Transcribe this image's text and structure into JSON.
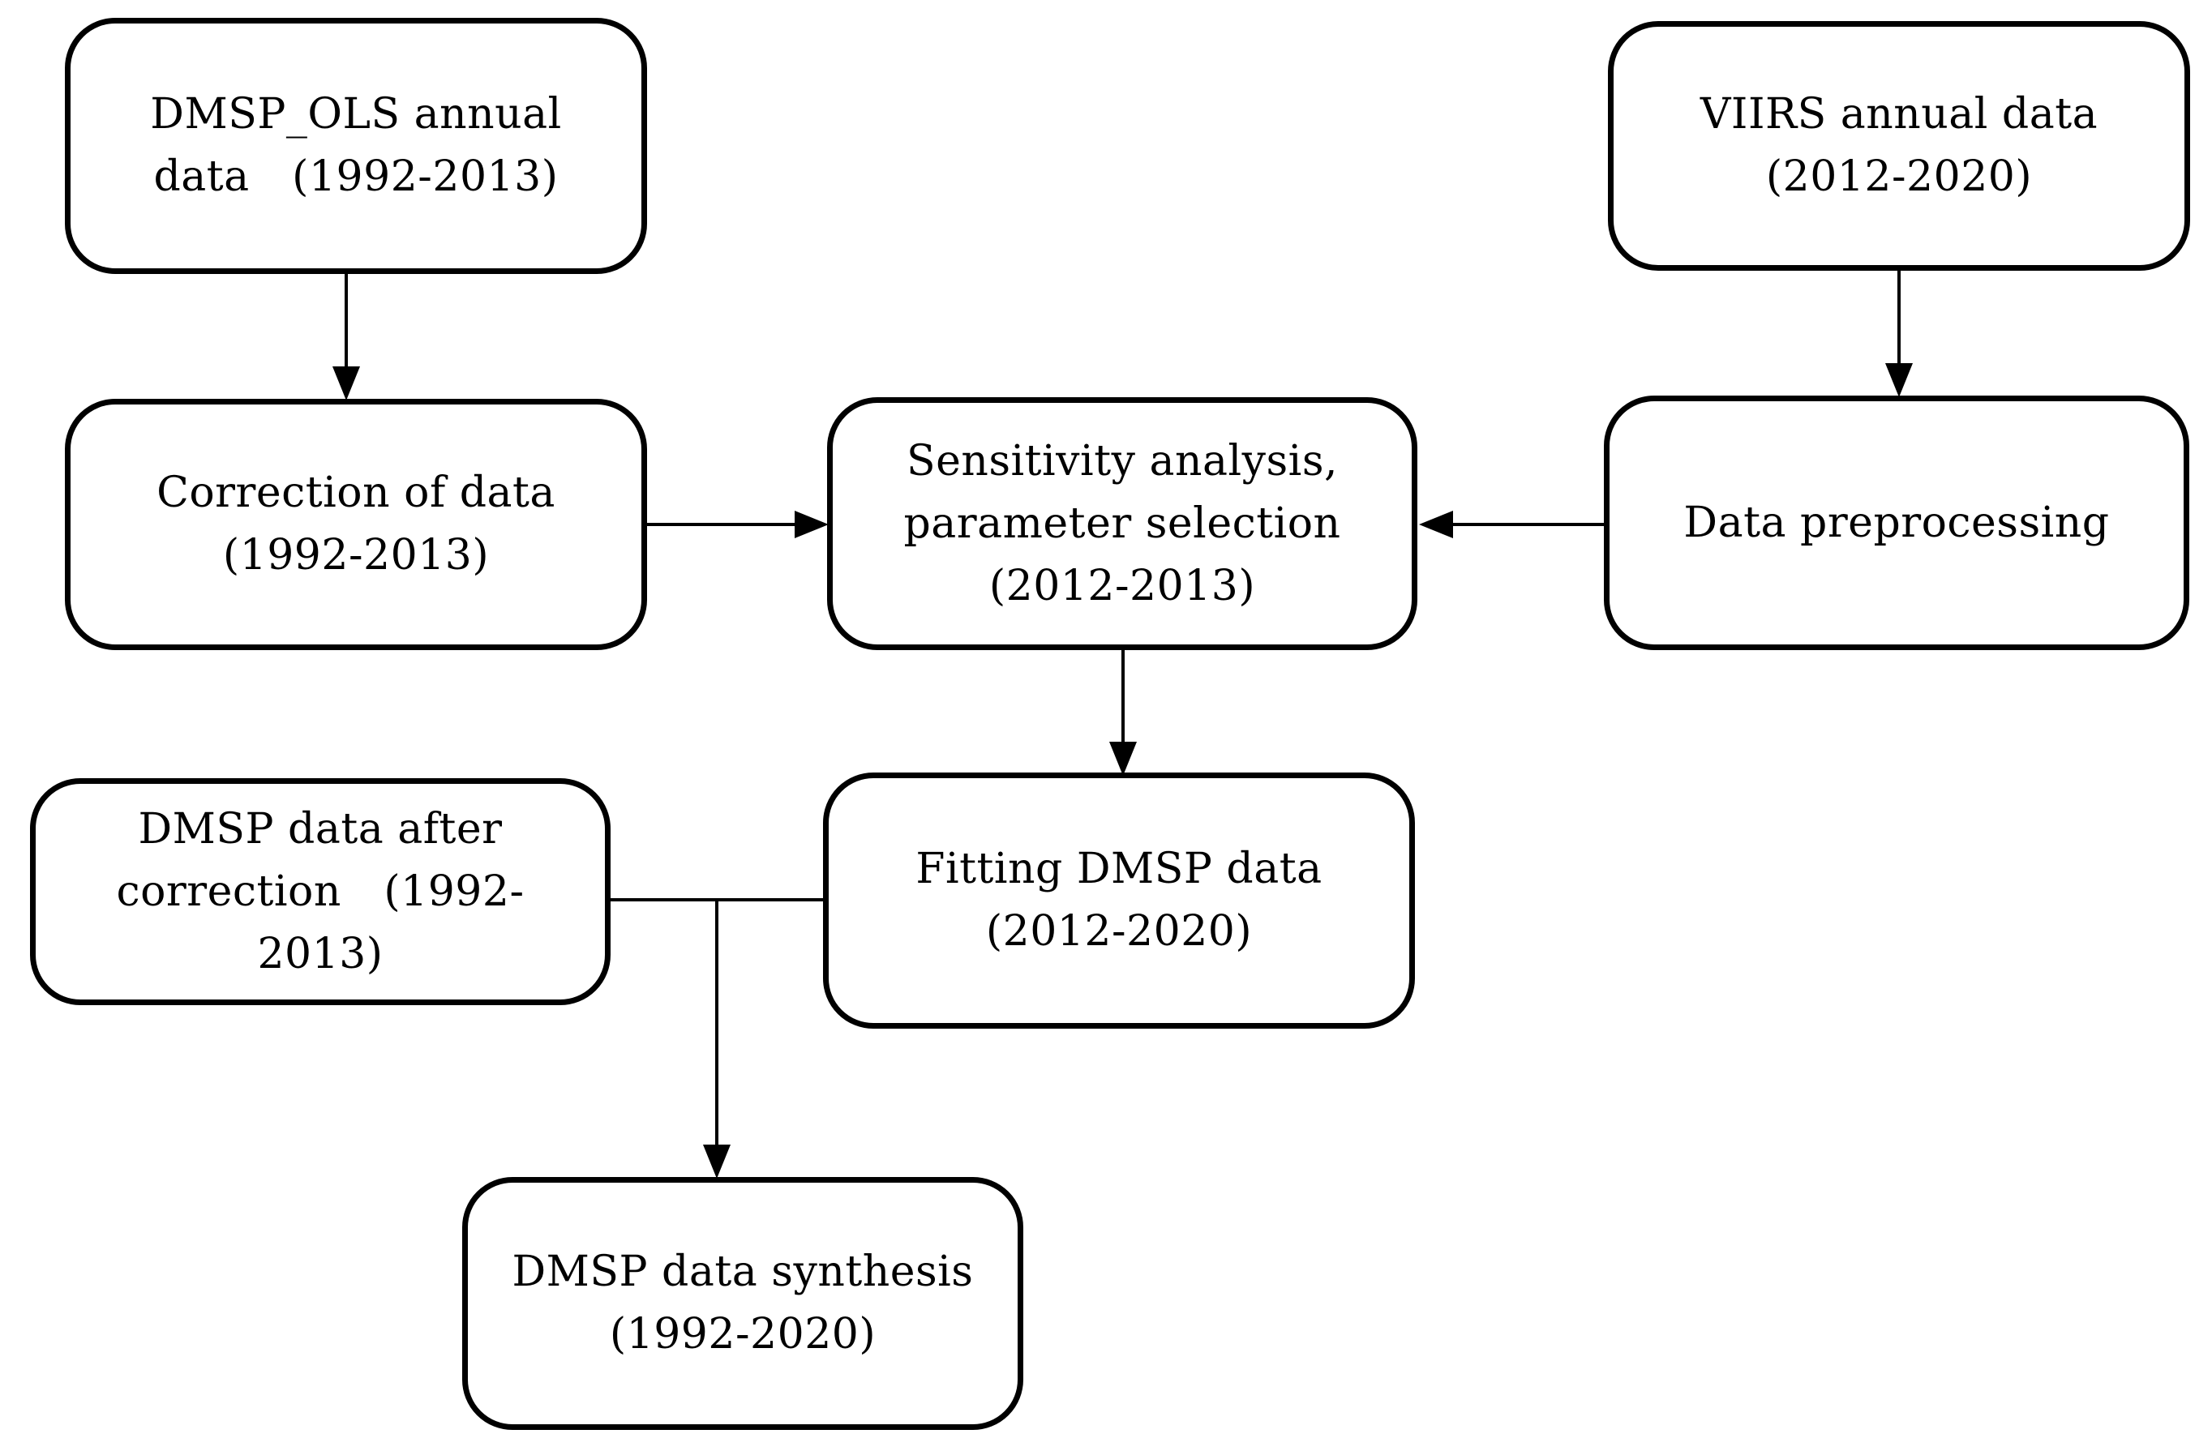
{
  "figure": {
    "type": "flowchart",
    "background_color": "#ffffff",
    "line_color": "#000000",
    "text_color": "#000000",
    "nodes": {
      "dmsp_ols_annual_data": {
        "label": "DMSP_OLS annual\ndata (1992-2013)"
      },
      "viirs_annual_data": {
        "label": "VIIRS annual data\n(2012-2020)"
      },
      "correction_of_data": {
        "label": "Correction of data\n(1992-2013)"
      },
      "sensitivity_analysis": {
        "label": "Sensitivity analysis,\nparameter selection\n(2012-2013)"
      },
      "data_preprocessing": {
        "label": "Data preprocessing"
      },
      "dmsp_data_after_correction": {
        "label": "DMSP data after\ncorrection (1992-\n2013)"
      },
      "fitting_dmsp_data": {
        "label": "Fitting DMSP data\n(2012-2020)"
      },
      "dmsp_data_synthesis": {
        "label": "DMSP data synthesis\n(1992-2020)"
      }
    },
    "edges": [
      {
        "from": "dmsp_ols_annual_data",
        "to": "correction_of_data",
        "style": "arrow-down"
      },
      {
        "from": "viirs_annual_data",
        "to": "data_preprocessing",
        "style": "arrow-down"
      },
      {
        "from": "correction_of_data",
        "to": "sensitivity_analysis",
        "style": "arrow-right"
      },
      {
        "from": "data_preprocessing",
        "to": "sensitivity_analysis",
        "style": "arrow-left"
      },
      {
        "from": "sensitivity_analysis",
        "to": "fitting_dmsp_data",
        "style": "arrow-down"
      },
      {
        "from": "correction_of_data",
        "to": "dmsp_data_after_correction",
        "style": "arrow-down"
      },
      {
        "from": "dmsp_data_after_correction + fitting_dmsp_data",
        "to": "dmsp_data_synthesis",
        "style": "merge-arrow-down"
      }
    ]
  }
}
